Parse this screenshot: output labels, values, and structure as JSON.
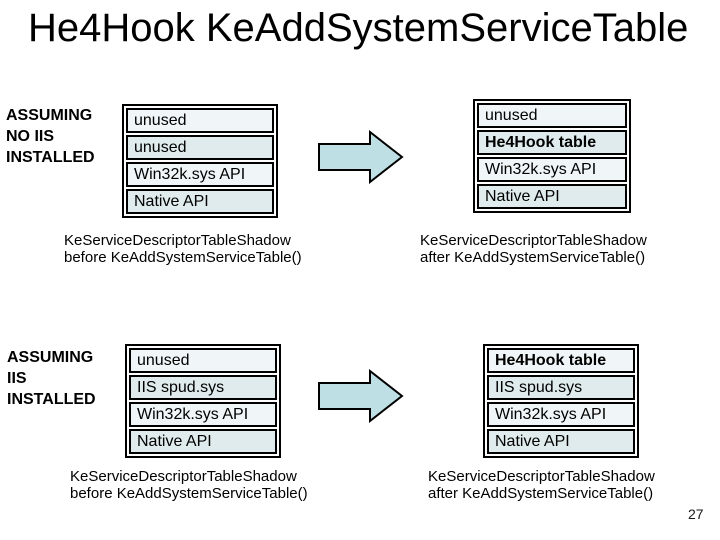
{
  "title": "He4Hook KeAddSystemServiceTable",
  "page_number": "27",
  "colors": {
    "background": "#ffffff",
    "cell_light": "#f0f6f7",
    "cell_dark": "#dfebec",
    "arrow_fill": "#bedfe3",
    "border": "#000000"
  },
  "icons": {
    "arrow": "right-block-arrow"
  },
  "sections": [
    {
      "label_lines": [
        "ASSUMING",
        "NO IIS",
        "INSTALLED"
      ],
      "before_table": {
        "rows": [
          "unused",
          "unused",
          "Win32k.sys API",
          "Native API"
        ]
      },
      "after_table": {
        "rows": [
          "unused",
          "He4Hook table",
          "Win32k.sys API",
          "Native API"
        ]
      },
      "before_caption_lines": [
        "KeServiceDescriptorTableShadow",
        "before KeAddSystemServiceTable()"
      ],
      "after_caption_lines": [
        "KeServiceDescriptorTableShadow",
        "after KeAddSystemServiceTable()"
      ]
    },
    {
      "label_lines": [
        "ASSUMING",
        "IIS",
        "INSTALLED"
      ],
      "before_table": {
        "rows": [
          "unused",
          "IIS spud.sys",
          "Win32k.sys API",
          "Native API"
        ]
      },
      "after_table": {
        "rows": [
          "He4Hook table",
          "IIS spud.sys",
          "Win32k.sys API",
          "Native API"
        ]
      },
      "before_caption_lines": [
        "KeServiceDescriptorTableShadow",
        "before KeAddSystemServiceTable()"
      ],
      "after_caption_lines": [
        "KeServiceDescriptorTableShadow",
        "after KeAddSystemServiceTable()"
      ]
    }
  ]
}
